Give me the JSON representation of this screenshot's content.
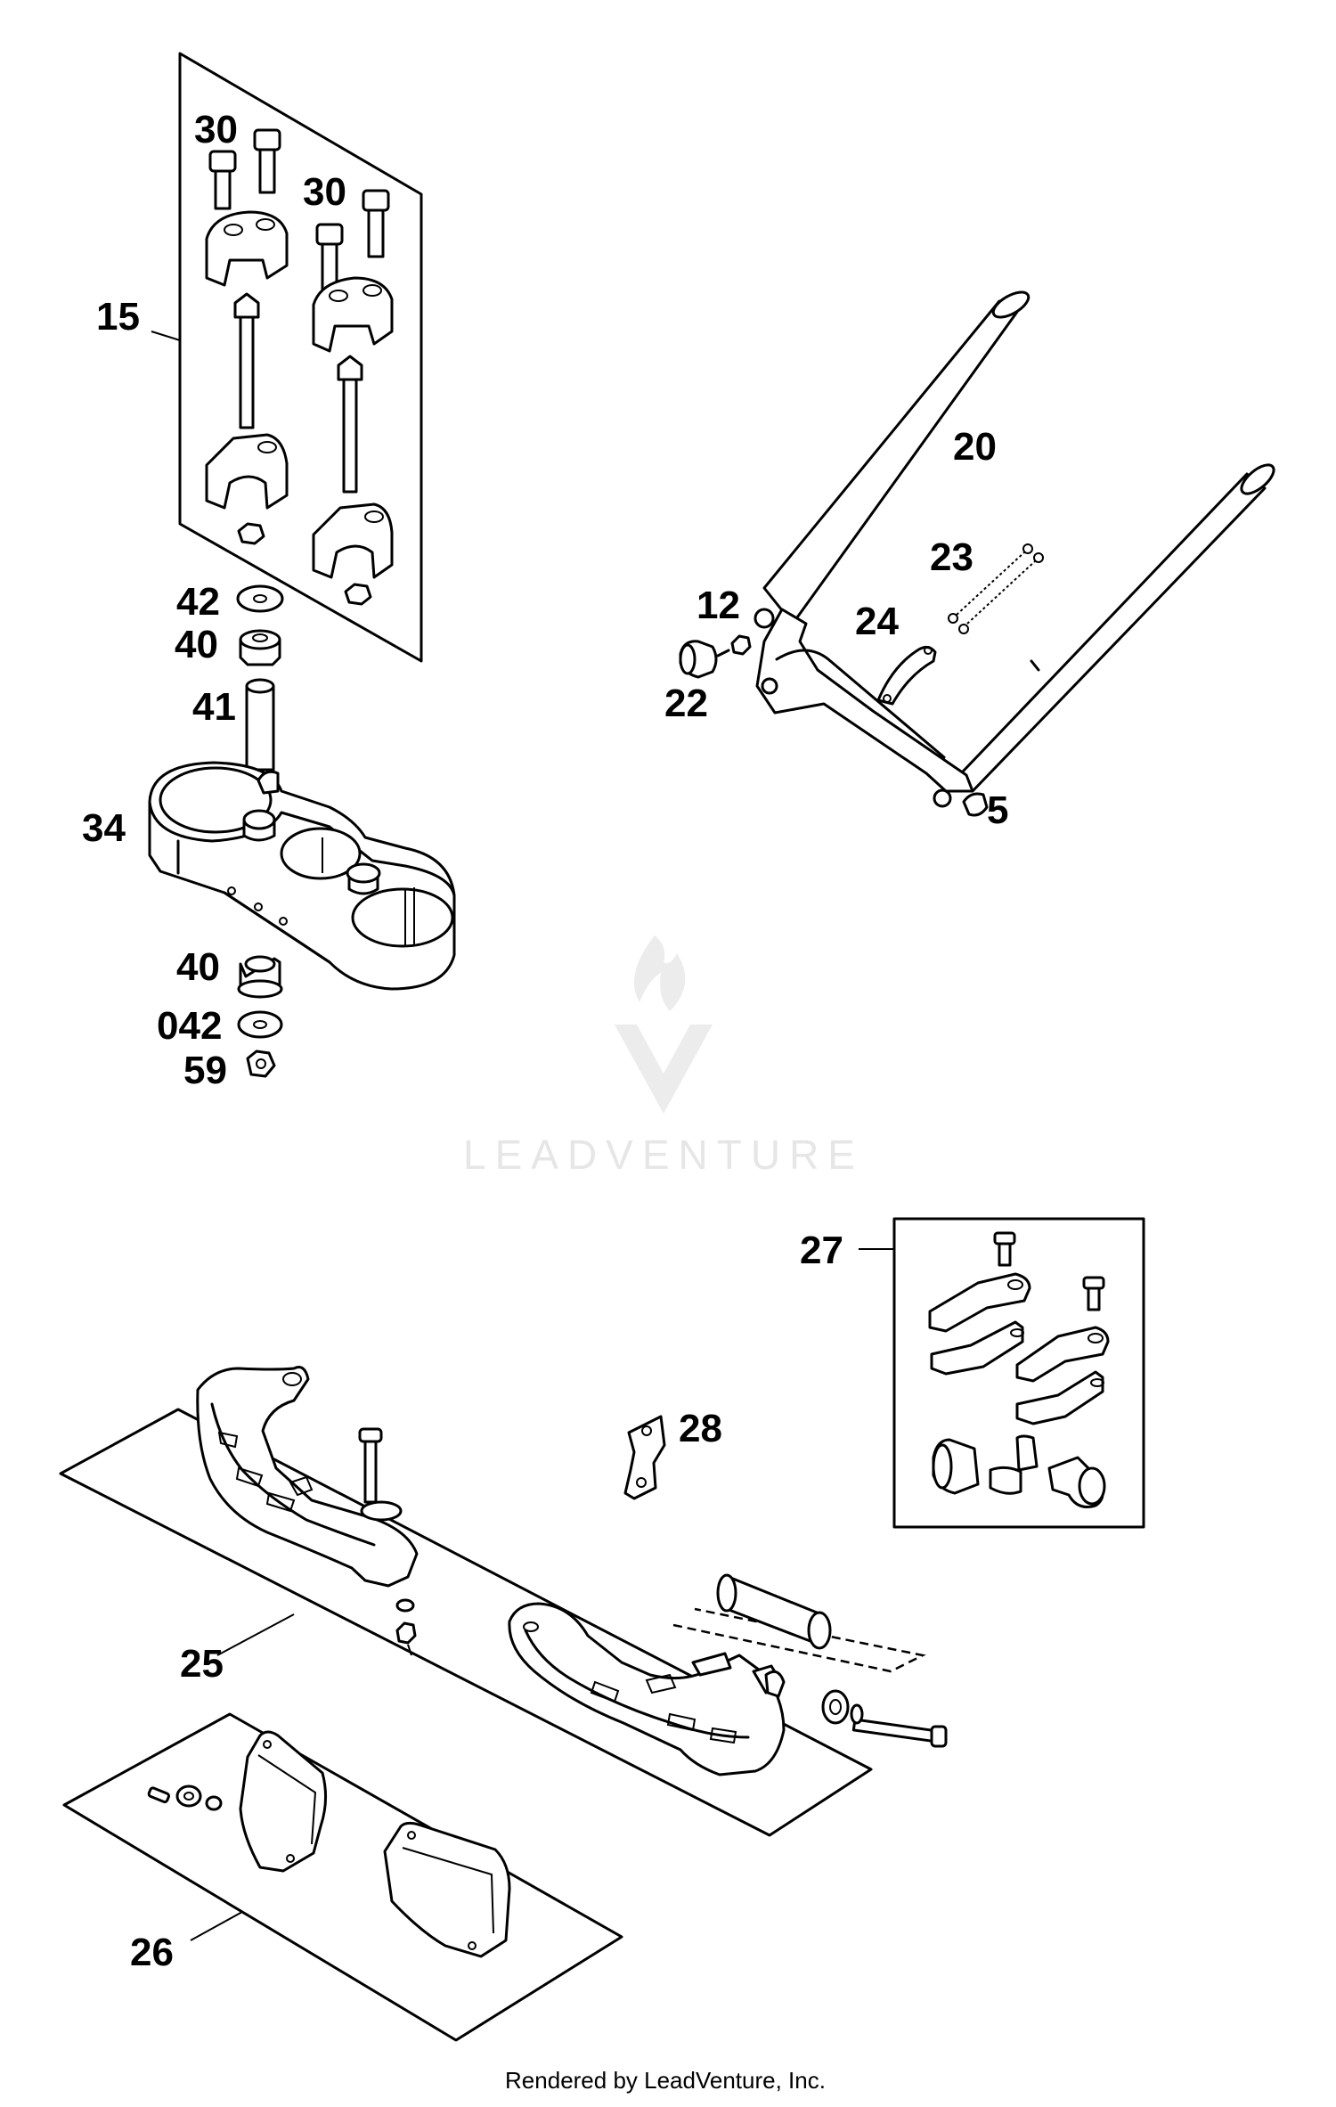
{
  "diagram": {
    "callouts": [
      {
        "key": "c30a",
        "text": "30"
      },
      {
        "key": "c30b",
        "text": "30"
      },
      {
        "key": "c15",
        "text": "15"
      },
      {
        "key": "c42",
        "text": "42"
      },
      {
        "key": "c40a",
        "text": "40"
      },
      {
        "key": "c41",
        "text": "41"
      },
      {
        "key": "c34",
        "text": "34"
      },
      {
        "key": "c40b",
        "text": "40"
      },
      {
        "key": "c042",
        "text": "042"
      },
      {
        "key": "c59",
        "text": "59"
      },
      {
        "key": "c20",
        "text": "20"
      },
      {
        "key": "c23",
        "text": "23"
      },
      {
        "key": "c12",
        "text": "12"
      },
      {
        "key": "c24",
        "text": "24"
      },
      {
        "key": "c22",
        "text": "22"
      },
      {
        "key": "c5",
        "text": "5"
      },
      {
        "key": "c27",
        "text": "27"
      },
      {
        "key": "c28",
        "text": "28"
      },
      {
        "key": "c25",
        "text": "25"
      },
      {
        "key": "c26",
        "text": "26"
      }
    ],
    "watermark": "LEADVENTURE",
    "footer": "Rendered by LeadVenture, Inc."
  }
}
